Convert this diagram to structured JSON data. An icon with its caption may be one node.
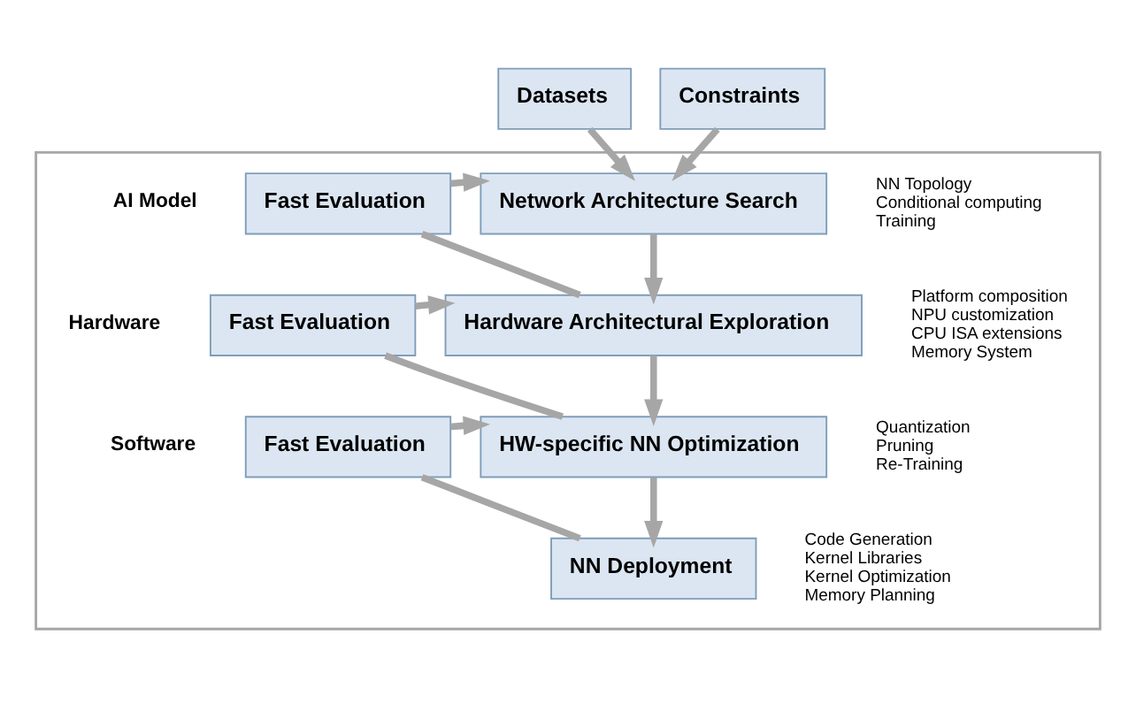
{
  "diagram": {
    "nodes": [
      {
        "text": [],
        "shape": "box"
      },
      {
        "text": [
          "Datasets"
        ]
      },
      {
        "text": [
          "Constraints"
        ]
      },
      {
        "text": [
          "Network Architecture Search"
        ],
        "in": 0,
        "beside": [
          "NN Topology",
          "Conditional computing",
          "Training"
        ]
      },
      {
        "text": [
          "Fast Evaluation"
        ],
        "in": 0
      },
      {
        "text": [
          "Hardware Architectural Exploration"
        ],
        "in": 0,
        "beside": [
          "Platform composition",
          "NPU customization",
          "CPU ISA extensions",
          "Memory System"
        ]
      },
      {
        "text": [
          "Fast Evaluation"
        ],
        "in": 0
      },
      {
        "text": [
          "HW-specific NN Optimization"
        ],
        "in": 0,
        "beside": [
          "Quantization",
          "Pruning",
          "Re-Training"
        ]
      },
      {
        "text": [
          "Fast Evaluation"
        ],
        "in": 0
      },
      {
        "text": [
          "NN Deployment"
        ],
        "in": 0,
        "beside": [
          "Code Generation",
          "Kernel Libraries",
          "Kernel Optimization",
          "Memory Planning"
        ]
      }
    ],
    "edges": [
      {
        "from": 1,
        "to": 3,
        "arrow": "to"
      },
      {
        "from": 2,
        "to": 3,
        "arrow": "to"
      },
      {
        "from": 3,
        "to": 5,
        "arrow": "to"
      },
      {
        "from": 5,
        "to": 7,
        "arrow": "to"
      },
      {
        "from": 7,
        "to": 9,
        "arrow": "to"
      },
      {
        "from": 4,
        "to": 3,
        "arrow": "to"
      },
      {
        "from": 5,
        "to": 4,
        "arrow": "none"
      },
      {
        "from": 6,
        "to": 5,
        "arrow": "to"
      },
      {
        "from": 7,
        "to": 6,
        "arrow": "none"
      },
      {
        "from": 8,
        "to": 7,
        "arrow": "to"
      },
      {
        "from": 9,
        "to": 8,
        "arrow": "none"
      }
    ],
    "labels": [
      "AI Model",
      "Hardware",
      "Software"
    ]
  }
}
